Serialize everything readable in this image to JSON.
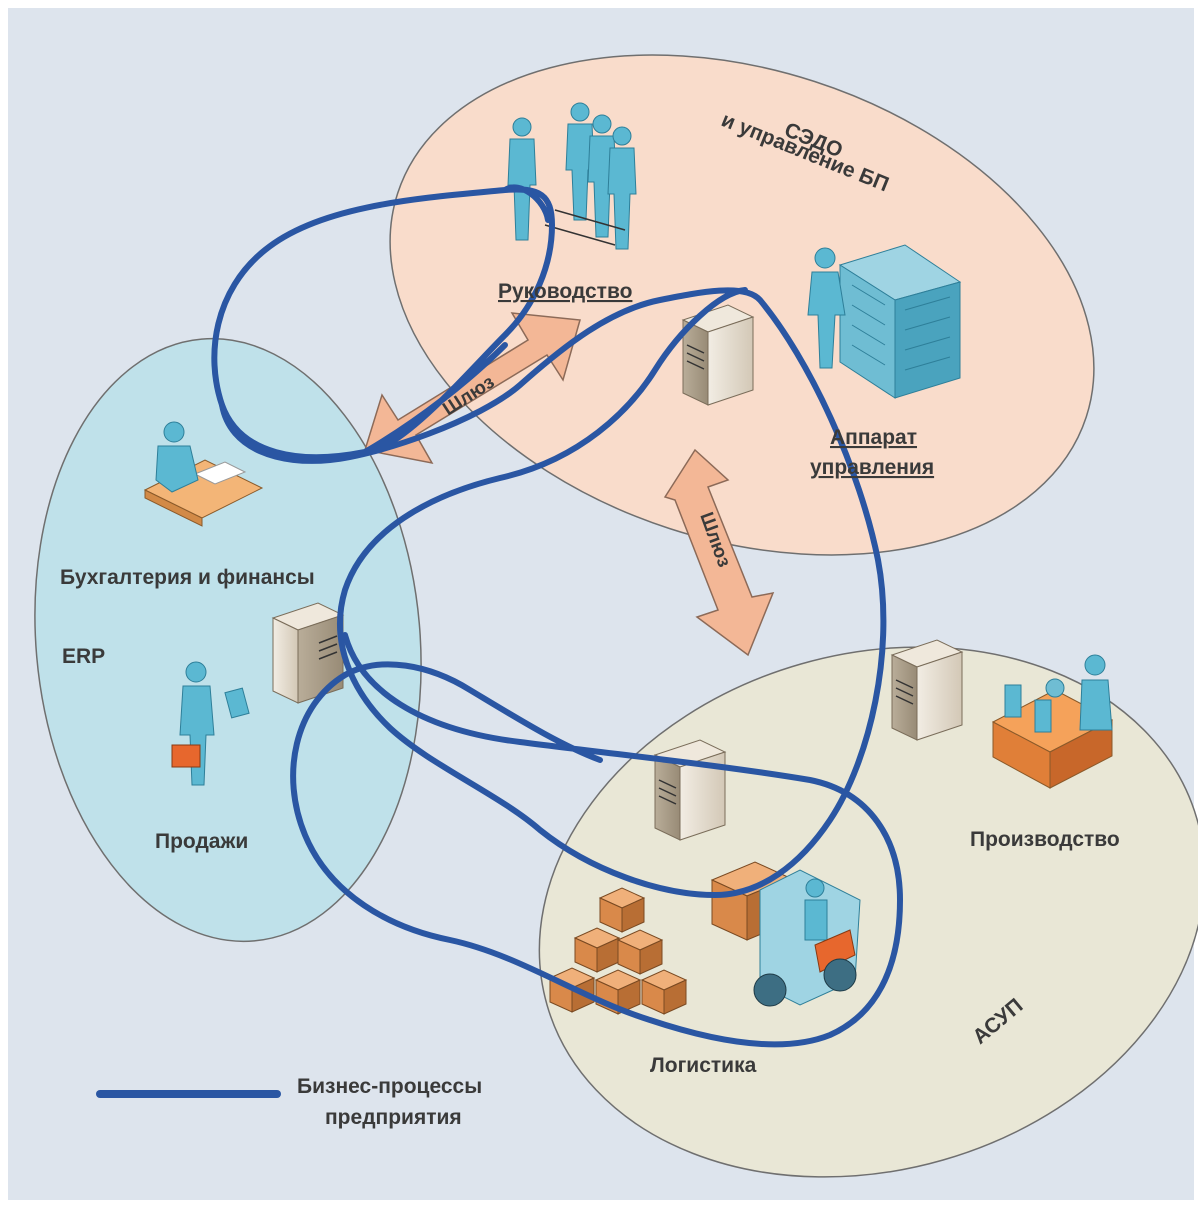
{
  "zones": {
    "sedo": {
      "title_line1": "СЭДО",
      "title_line2": "и управление БП"
    },
    "erp": {
      "title": "ERP"
    },
    "asup": {
      "title": "АСУП"
    }
  },
  "departments": {
    "management": "Руководство",
    "apparatus_line1": "Аппарат",
    "apparatus_line2": "управления",
    "accounting": "Бухгалтерия и финансы",
    "sales": "Продажи",
    "production": "Производство",
    "logistics": "Логистика"
  },
  "gateways": {
    "gateway_left": "Шлюз",
    "gateway_right": "Шлюз"
  },
  "legend": {
    "line1": "Бизнес-процессы",
    "line2": "предприятия",
    "color": "#2a56a3"
  },
  "colors": {
    "sedo_fill": "#f9dccb",
    "erp_fill": "#bfe1ea",
    "asup_fill": "#e9e7d6",
    "process_line": "#2a56a3",
    "gateway_arrow": "#f3b796",
    "background": "#dde4ed"
  }
}
